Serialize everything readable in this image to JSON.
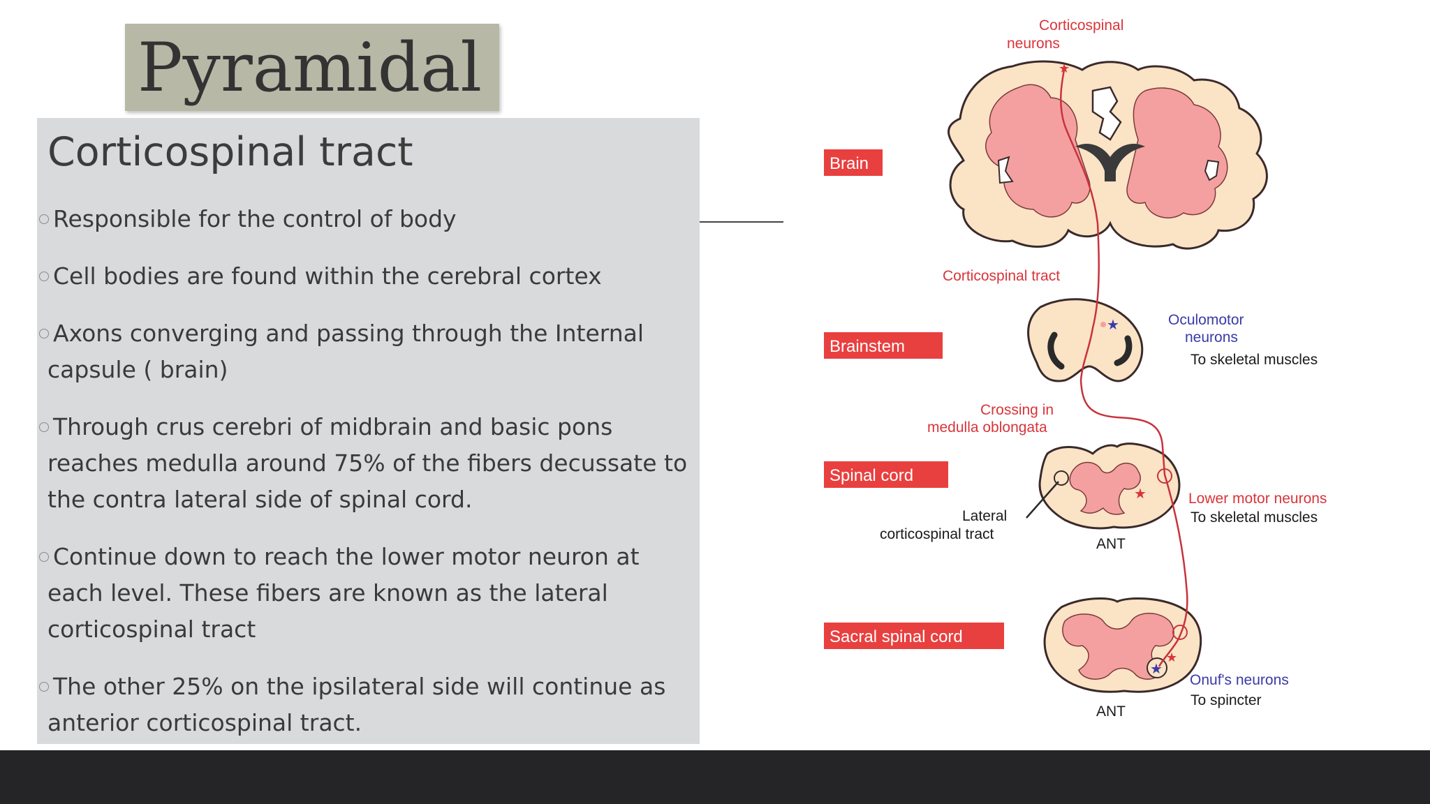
{
  "slide": {
    "title": "Pyramidal",
    "subtitle": "Corticospinal tract",
    "bullets": [
      "Responsible for the control of body",
      "Cell bodies are found within the cerebral cortex",
      "Axons converging and passing through the Internal capsule ( brain)",
      "Through crus cerebri of midbrain and basic pons reaches medulla around 75% of the fibers decussate to the contra lateral side of spinal cord.",
      "Continue down to reach the lower motor neuron at each level.  These fibers are known as the lateral corticospinal tract",
      "The other 25% on the ipsilateral side will continue as anterior corticospinal tract."
    ]
  },
  "diagram": {
    "section_labels": {
      "brain": "Brain",
      "brainstem": "Brainstem",
      "spinal_cord": "Spinal cord",
      "sacral": "Sacral spinal cord"
    },
    "annotations": {
      "corticospinal_neurons_1": "Corticospinal",
      "corticospinal_neurons_2": "neurons",
      "corticospinal_tract": "Corticospinal tract",
      "oculomotor_1": "Oculomotor",
      "oculomotor_2": "neurons",
      "to_skeletal_1": "To skeletal muscles",
      "crossing_1": "Crossing in",
      "crossing_2": "medulla oblongata",
      "lateral_1": "Lateral",
      "lateral_2": "corticospinal tract",
      "lower_motor": "Lower motor neurons",
      "to_skeletal_2": "To skeletal muscles",
      "ant_1": "ANT",
      "onufs": "Onuf's neurons",
      "to_spincter": "To spincter",
      "ant_2": "ANT"
    },
    "colors": {
      "label_bg": "#e8403f",
      "tract": "#c8323c",
      "tissue_light": "#fbe3c6",
      "tissue_pink": "#f4a0a0",
      "blue_text": "#3a3aa8",
      "red_text": "#d9343a"
    }
  }
}
